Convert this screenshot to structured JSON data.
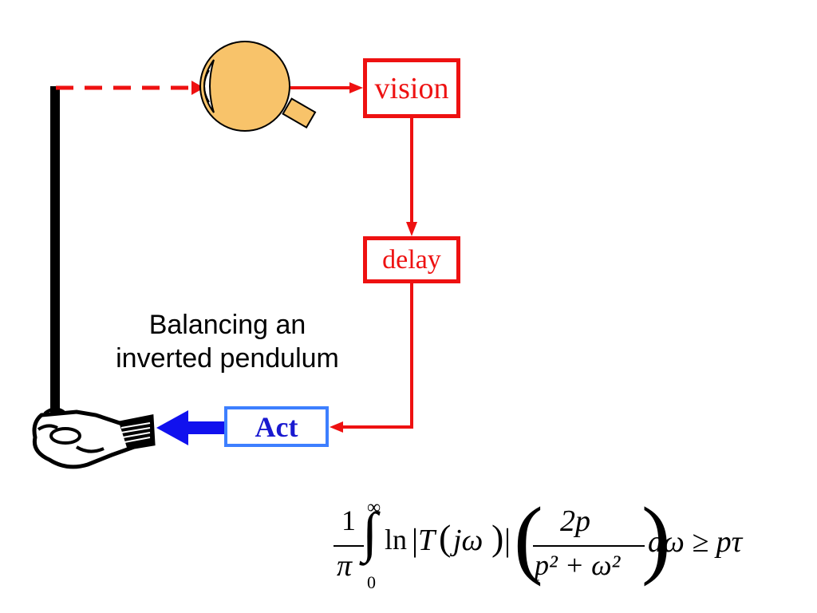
{
  "boxes": {
    "vision": "vision",
    "delay": "delay",
    "act": "Act"
  },
  "caption": {
    "line1": "Balancing an",
    "line2": "inverted pendulum"
  },
  "formula": {
    "frac1_num": "1",
    "frac1_den": "π",
    "int_upper": "∞",
    "int_lower": "0",
    "ln": "ln",
    "T": "T",
    "arg": "jω",
    "frac2_num": "2p",
    "frac2_den": "p² + ω²",
    "tail": "dω ≥ pτ"
  },
  "colors": {
    "feedback": "#ee1111",
    "act_border": "#3d7fff",
    "act_text": "#1a1ad0",
    "eye": "#f8c36a",
    "pendulum": "#000000",
    "arrow_blue": "#1111ee"
  }
}
